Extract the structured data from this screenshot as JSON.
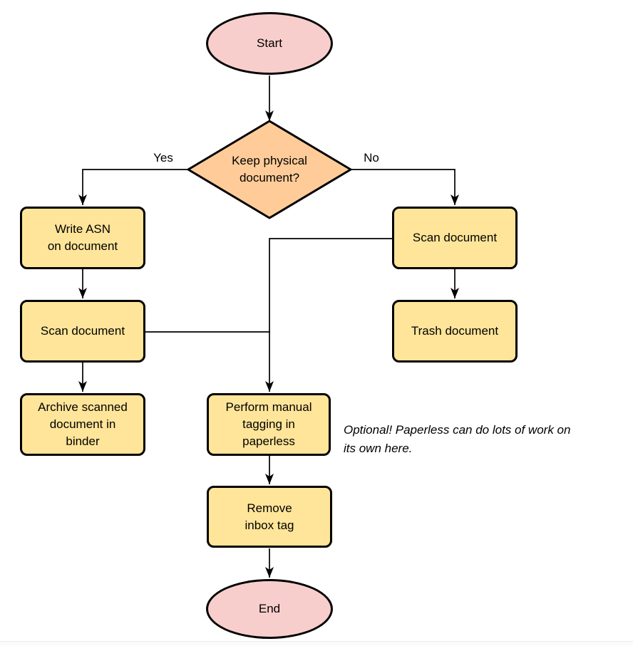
{
  "diagram": {
    "type": "flowchart",
    "colors": {
      "terminal_fill": "#f8cecc",
      "decision_fill": "#ffcc99",
      "process_fill": "#ffe599",
      "stroke": "#000000"
    },
    "nodes": {
      "start": {
        "label": "Start",
        "shape": "ellipse"
      },
      "decision": {
        "label": "Keep physical\ndocument?",
        "shape": "diamond"
      },
      "write_asn": {
        "label": "Write ASN\non document",
        "shape": "process"
      },
      "scan_left": {
        "label": "Scan document",
        "shape": "process"
      },
      "archive": {
        "label": "Archive scanned\ndocument in\nbinder",
        "shape": "process"
      },
      "scan_right": {
        "label": "Scan document",
        "shape": "process"
      },
      "trash": {
        "label": "Trash document",
        "shape": "process"
      },
      "perform_tagging": {
        "label": "Perform manual\ntagging in\npaperless",
        "shape": "process"
      },
      "remove_inbox": {
        "label": "Remove\ninbox tag",
        "shape": "process"
      },
      "end": {
        "label": "End",
        "shape": "ellipse"
      }
    },
    "edge_labels": {
      "yes": "Yes",
      "no": "No"
    },
    "note": "Optional! Paperless can do lots of work on\nits own here."
  }
}
